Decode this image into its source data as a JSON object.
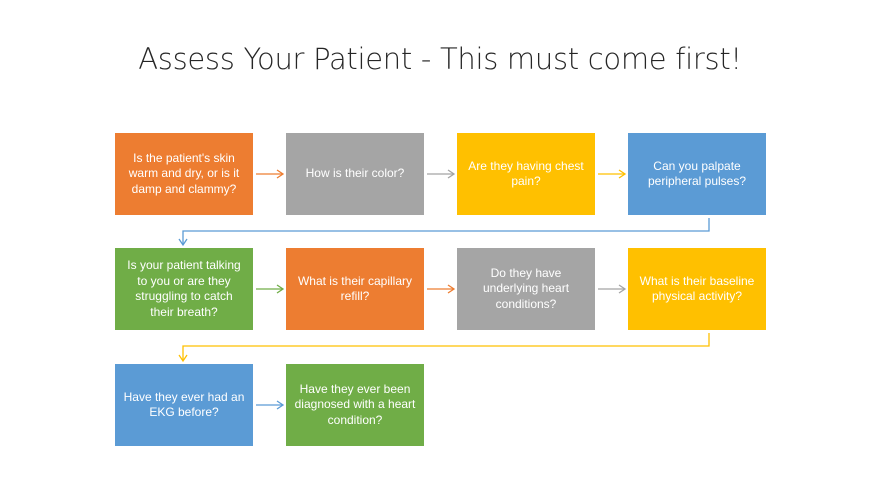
{
  "title": "Assess Your Patient - This must come first!",
  "colors": {
    "orange": "#ED7D31",
    "gray": "#A5A5A5",
    "gold": "#FFC000",
    "blue": "#5B9BD5",
    "green": "#70AD47"
  },
  "steps": [
    {
      "text": "Is the patient's skin warm and dry, or is it damp and clammy?",
      "color": "orange"
    },
    {
      "text": "How is their color?",
      "color": "gray"
    },
    {
      "text": "Are they having chest pain?",
      "color": "gold"
    },
    {
      "text": "Can you palpate peripheral pulses?",
      "color": "blue"
    },
    {
      "text": "Is your patient talking to you or are they struggling to catch their breath?",
      "color": "green"
    },
    {
      "text": "What is their capillary refill?",
      "color": "orange"
    },
    {
      "text": "Do they have underlying heart conditions?",
      "color": "gray"
    },
    {
      "text": "What is their baseline physical activity?",
      "color": "gold"
    },
    {
      "text": "Have they ever had an EKG before?",
      "color": "blue"
    },
    {
      "text": "Have they ever been diagnosed with a heart condition?",
      "color": "green"
    }
  ]
}
